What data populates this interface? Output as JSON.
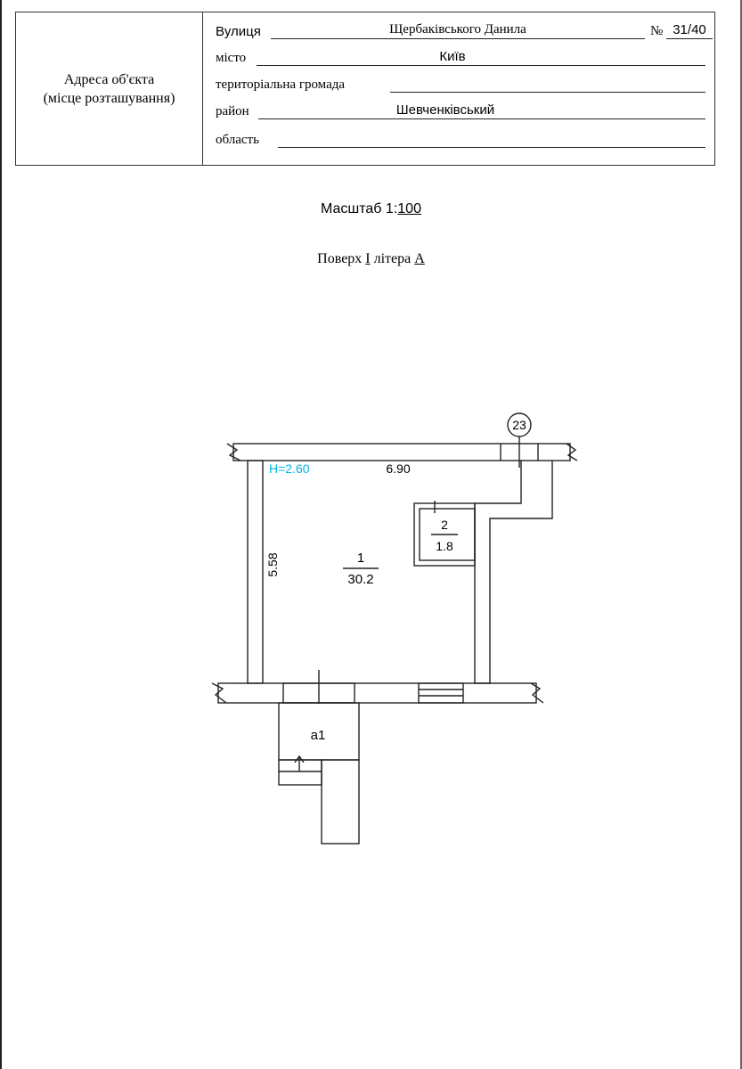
{
  "address": {
    "object_label_line1": "Адреса об'єкта",
    "object_label_line2": "(місце розташування)",
    "street_label": "Вулиця",
    "street_value": "Щербаківського Данила",
    "number_label": "№",
    "number_value": "31/40",
    "city_label": "місто",
    "city_value": "Київ",
    "community_label": "територіальна громада",
    "community_value": "",
    "district_label": "район",
    "district_value": "Шевченківський",
    "region_label": "область",
    "region_value": ""
  },
  "scale": {
    "prefix": "Масштаб 1:",
    "value": "100"
  },
  "floor": {
    "prefix": "Поверх ",
    "floor_num": "I",
    "middle": " літера ",
    "letter": "А"
  },
  "plan": {
    "axis_marker": "23",
    "height_label": "H=2.60",
    "height_color": "#00b4e6",
    "width_dim": "6.90",
    "depth_dim": "5.58",
    "rooms": [
      {
        "number": "1",
        "area": "30.2"
      },
      {
        "number": "2",
        "area": "1.8"
      }
    ],
    "annex": "а1"
  }
}
